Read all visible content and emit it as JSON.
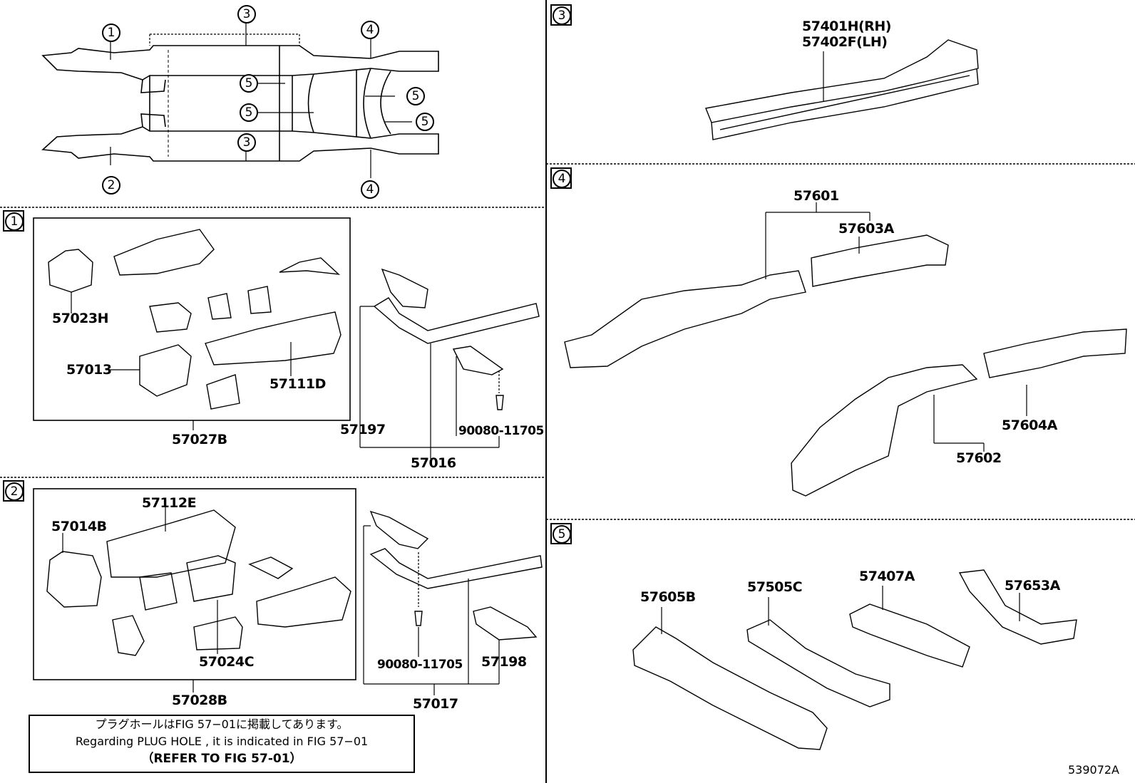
{
  "overview": {
    "callouts": [
      "1",
      "2",
      "3",
      "3",
      "4",
      "4",
      "5",
      "5",
      "5",
      "5"
    ]
  },
  "section1": {
    "marker": "1",
    "parts": {
      "p57023H": "57023H",
      "p57013": "57013",
      "p57111D": "57111D",
      "p57027B": "57027B",
      "p57197": "57197",
      "p90080_11705": "90080-11705",
      "p57016": "57016"
    }
  },
  "section2": {
    "marker": "2",
    "parts": {
      "p57014B": "57014B",
      "p57112E": "57112E",
      "p57024C": "57024C",
      "p57028B": "57028B",
      "p90080_11705": "90080-11705",
      "p57198": "57198",
      "p57017": "57017"
    }
  },
  "section3": {
    "marker": "3",
    "parts": {
      "p57401H": "57401H(RH)",
      "p57402F": "57402F(LH)"
    }
  },
  "section4": {
    "marker": "4",
    "parts": {
      "p57601": "57601",
      "p57603A": "57603A",
      "p57604A": "57604A",
      "p57602": "57602"
    }
  },
  "section5": {
    "marker": "5",
    "parts": {
      "p57605B": "57605B",
      "p57505C": "57505C",
      "p57407A": "57407A",
      "p57653A": "57653A"
    }
  },
  "note": {
    "line1": "プラグホールはFIG 57−01に掲載してあります。",
    "line2": "Regarding PLUG HOLE , it is indicated in FIG 57−01",
    "line3": "（REFER TO FIG 57-01）"
  },
  "figure_number": "539072A"
}
